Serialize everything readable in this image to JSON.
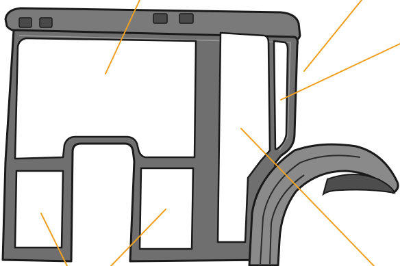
{
  "diagram": {
    "type": "tractor-cab-glass-illustration",
    "leader_color": "#f0a020",
    "frame_color": "#6f6f6f",
    "glass_color": "#ffffff",
    "callouts": [
      {
        "id": "front-windscreen"
      },
      {
        "id": "roof-rear-pillar"
      },
      {
        "id": "rear-side-window"
      },
      {
        "id": "door-glass"
      },
      {
        "id": "lower-left-panel"
      },
      {
        "id": "lower-center-panel"
      }
    ]
  }
}
